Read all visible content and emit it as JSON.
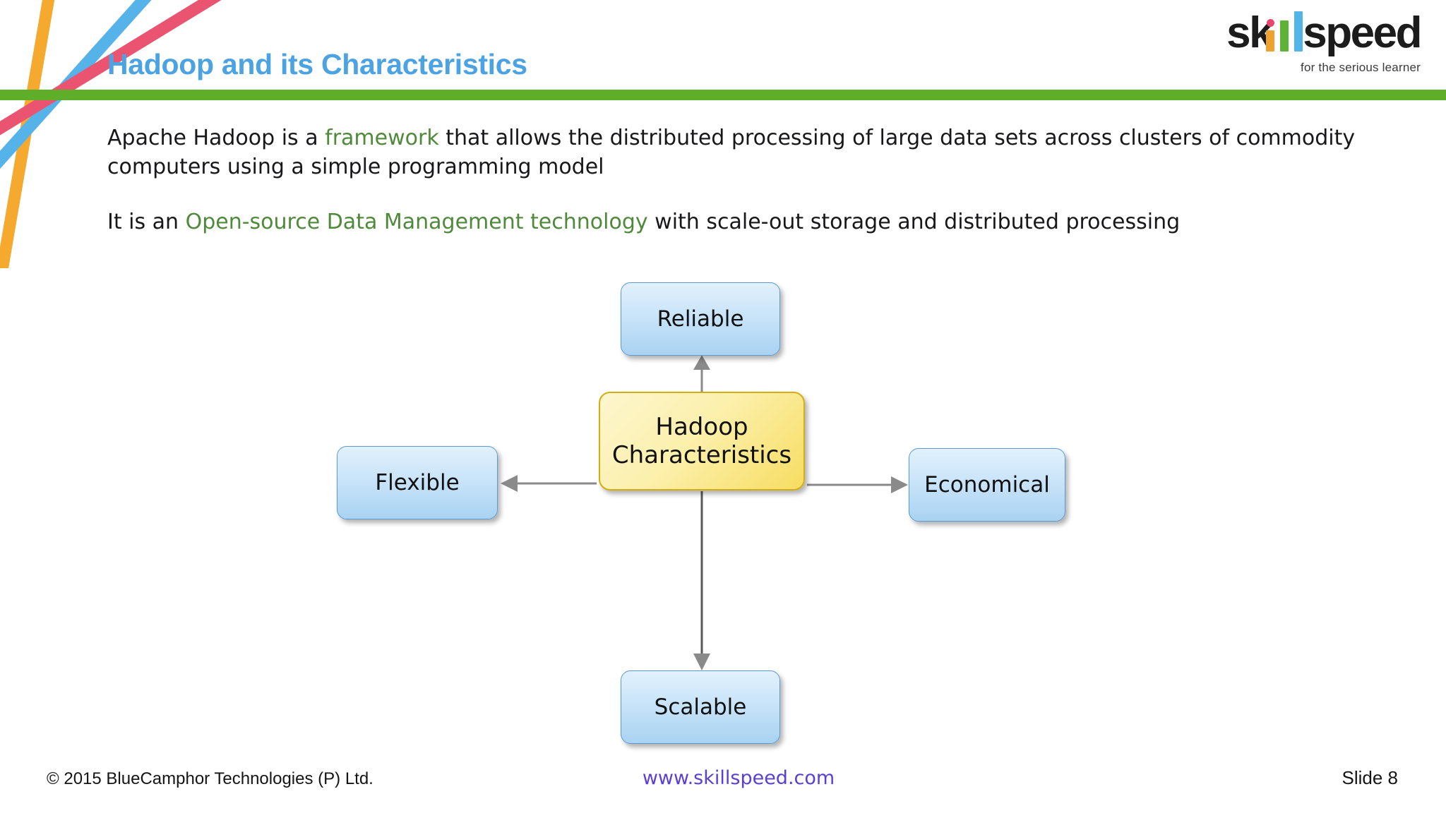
{
  "slide": {
    "title": "Hadoop and its Characteristics",
    "title_color": "#4ba3e3",
    "accent_bar_color": "#5fae29",
    "background_color": "#ffffff"
  },
  "logo": {
    "text_part_1": "sk",
    "text_part_2": "speed",
    "word": "skillspeed",
    "tagline": "for the serious learner",
    "bar_colors": [
      "#f0a22e",
      "#5cb335",
      "#53b4e8"
    ],
    "dot_color": "#e8486b"
  },
  "body": {
    "paragraph_1": {
      "before": "Apache Hadoop is a ",
      "highlight": "framework",
      "after": " that allows the distributed processing of large data sets across clusters of commodity computers using a simple programming model"
    },
    "paragraph_2": {
      "before": "It is an ",
      "highlight": "Open-source Data Management technology",
      "after": " with scale-out storage and distributed processing"
    },
    "highlight_color": "#4f8a3b"
  },
  "diagram": {
    "type": "radial-concept-map",
    "center": {
      "line_1": "Hadoop",
      "line_2": "Characteristics",
      "fill": "#f7dd62",
      "border": "#d4ad13"
    },
    "nodes": [
      {
        "id": "reliable",
        "label": "Reliable",
        "position": "top",
        "fill": "#a9d3f2",
        "border": "#5a9bd5"
      },
      {
        "id": "flexible",
        "label": "Flexible",
        "position": "left",
        "fill": "#a9d3f2",
        "border": "#5a9bd5"
      },
      {
        "id": "economical",
        "label": "Economical",
        "position": "right",
        "fill": "#a9d3f2",
        "border": "#5a9bd5"
      },
      {
        "id": "scalable",
        "label": "Scalable",
        "position": "bottom",
        "fill": "#a9d3f2",
        "border": "#5a9bd5"
      }
    ],
    "connector_color": "#808080",
    "connector_direction": "center-to-node"
  },
  "footer": {
    "copyright": "© 2015 BlueCamphor Technologies (P) Ltd.",
    "website": "www.skillspeed.com",
    "website_color": "#5b3fd4",
    "slide_number": "Slide 8"
  }
}
